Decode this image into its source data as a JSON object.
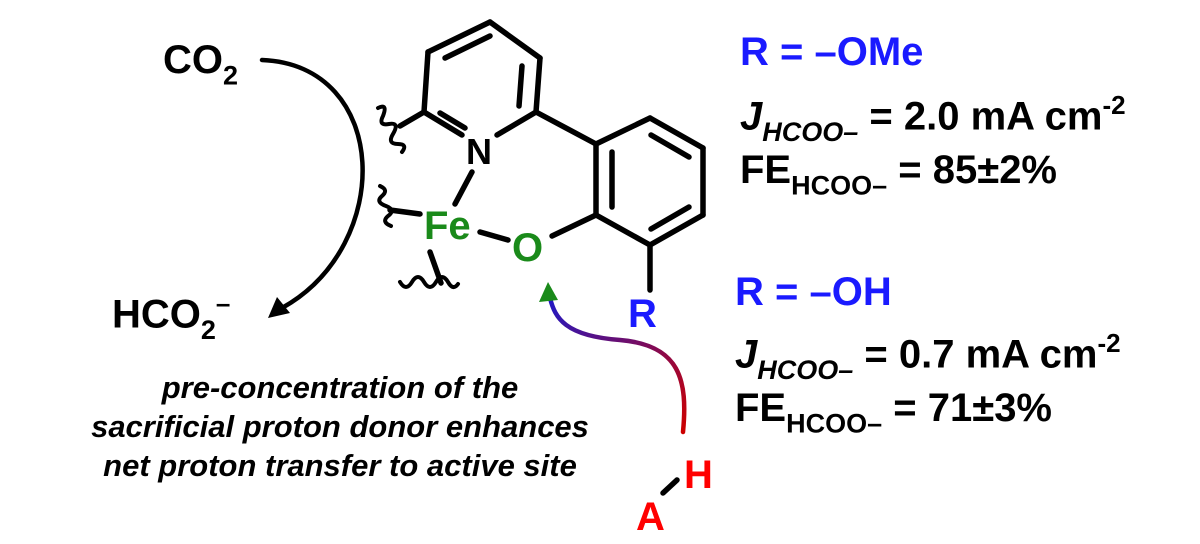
{
  "colors": {
    "black": "#000000",
    "r_label": "#1a1aff",
    "iron": "#1a8a1a",
    "acid": "#ff0000",
    "arrow_gradient_start": "#cc0000",
    "arrow_gradient_end": "#1a1acc"
  },
  "cycle": {
    "reactant_base": "CO",
    "reactant_sub": "2",
    "product_base": "HCO",
    "product_sub": "2",
    "product_charge": "–"
  },
  "molecule": {
    "nitrogen": "N",
    "metal": "Fe",
    "oxygen": "O",
    "substituent": "R",
    "acid_a": "A",
    "acid_h": "H"
  },
  "results": [
    {
      "r_label": "R = –OMe",
      "j_symbol": "J",
      "j_sub": "HCOO–",
      "j_value": " = 2.0 mA cm",
      "j_exp": "-2",
      "fe_base": "FE",
      "fe_sub": "HCOO–",
      "fe_value": " =  85±2%"
    },
    {
      "r_label": "R = –OH",
      "j_symbol": "J",
      "j_sub": "HCOO–",
      "j_value": " = 0.7 mA cm",
      "j_exp": "-2",
      "fe_base": "FE",
      "fe_sub": "HCOO–",
      "fe_value": " =  71±3%"
    }
  ],
  "caption": [
    "pre-concentration of the",
    "sacrificial proton donor enhances",
    "net proton transfer to active site"
  ]
}
